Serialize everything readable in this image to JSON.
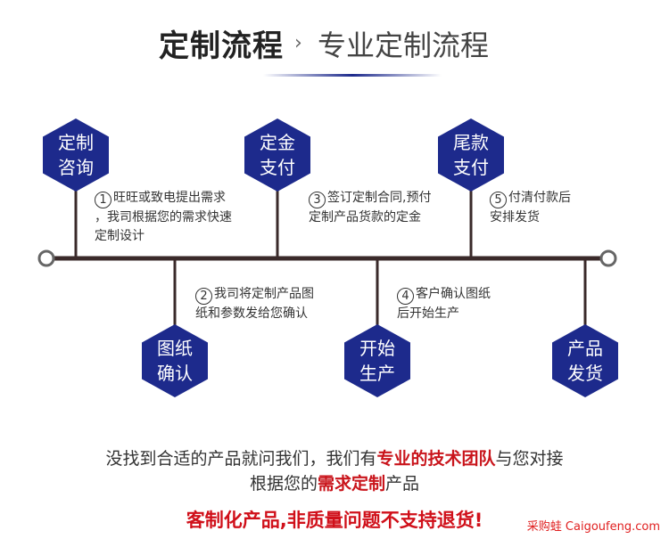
{
  "header": {
    "title_main": "定制流程",
    "arrow": "›",
    "title_sub": "专业定制流程"
  },
  "colors": {
    "hex_fill": "#1d2a8c",
    "timeline": "#3a2a2a",
    "accent_red": "#c9141b"
  },
  "nodes": {
    "n1": {
      "label": "定制\n咨询",
      "num": "1",
      "desc": [
        "旺旺或致电提出需求",
        "，我司根据您的需求快速",
        "定制设计"
      ]
    },
    "n2": {
      "label": "图纸\n确认",
      "num": "2",
      "desc": [
        "我司将定制产品图",
        "纸和参数发给您确认"
      ]
    },
    "n3": {
      "label": "定金\n支付",
      "num": "3",
      "desc": [
        "签订定制合同,预付",
        "定制产品货款的定金"
      ]
    },
    "n4": {
      "label": "开始\n生产",
      "num": "4",
      "desc": [
        "客户确认图纸",
        "后开始生产"
      ]
    },
    "n5": {
      "label": "尾款\n支付",
      "num": "5",
      "desc": [
        "付清付款后",
        "安排发货"
      ]
    },
    "n6": {
      "label": "产品\n发货"
    }
  },
  "bottom": {
    "line1_a": "没找到合适的产品就问我们，我们有",
    "line1_hl": "专业的技术团队",
    "line1_b": "与您对接",
    "line2_a": "根据您的",
    "line2_hl": "需求定制",
    "line2_b": "产品",
    "warning": "客制化产品,非质量问题不支持退货!",
    "watermark": "采购蛙 Caigoufeng.com"
  }
}
